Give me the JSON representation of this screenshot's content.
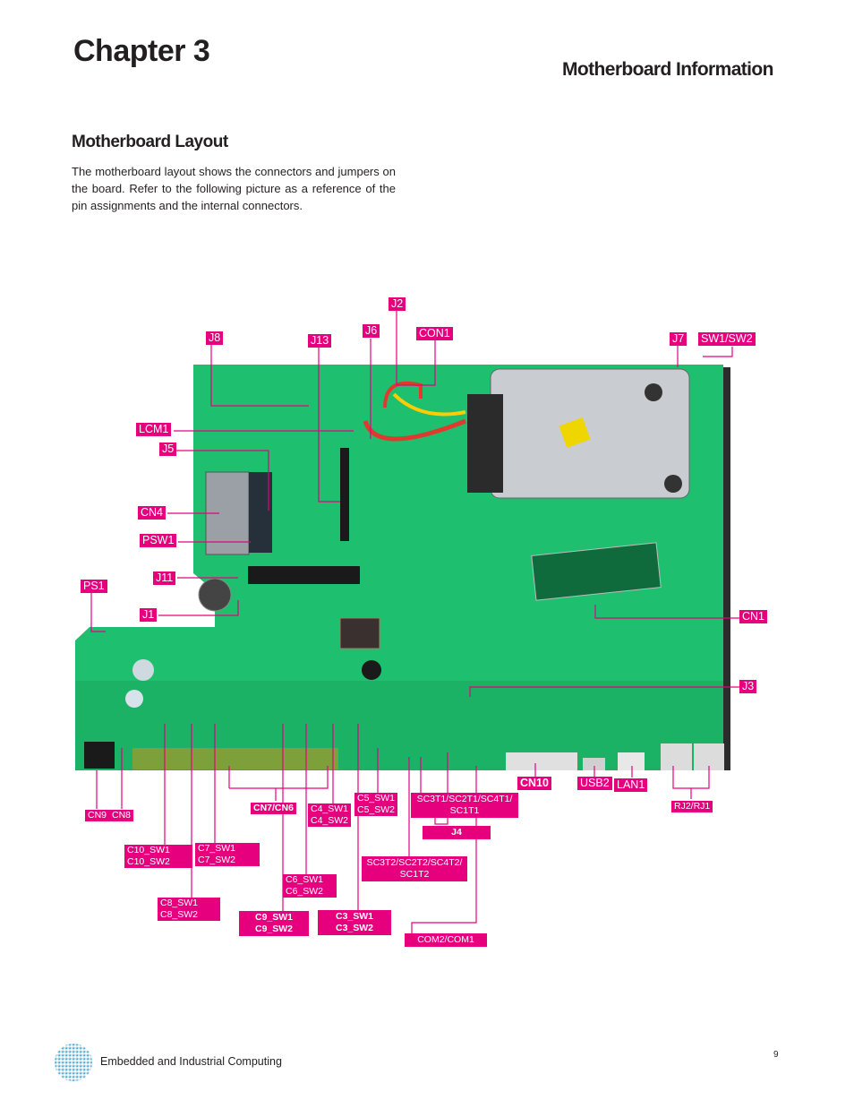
{
  "header": {
    "chapter": "Chapter 3",
    "section_title": "Motherboard Information"
  },
  "main": {
    "subtitle": "Motherboard Layout",
    "intro": "The motherboard layout shows the connectors and jumpers on the board. Refer to the following picture as a reference of the pin assignments and the internal connectors."
  },
  "diagram": {
    "labels": {
      "j2": "J2",
      "j8": "J8",
      "j13": "J13",
      "j6": "J6",
      "con1": "CON1",
      "j7": "J7",
      "sw1sw2": "SW1/SW2",
      "lcm1": "LCM1",
      "j5": "J5",
      "cn4": "CN4",
      "psw1": "PSW1",
      "j11": "J11",
      "ps1": "PS1",
      "j1": "J1",
      "cn1": "CN1",
      "j3": "J3",
      "cn9": "CN9",
      "cn8": "CN8",
      "cn7cn6": "CN7/CN6",
      "c4": "C4_SW1\nC4_SW2",
      "c5": "C5_SW1\nC5_SW2",
      "sc_t1": "SC3T1/SC2T1/SC4T1/\nSC1T1",
      "cn10": "CN10",
      "usb2": "USB2",
      "lan1": "LAN1",
      "rj": "RJ2/RJ1",
      "j4": "J4",
      "c10": "C10_SW1\nC10_SW2",
      "c7": "C7_SW1\nC7_SW2",
      "sc_t2": "SC3T2/SC2T2/SC4T2/\nSC1T2",
      "c6": "C6_SW1\nC6_SW2",
      "c8": "C8_SW1\nC8_SW2",
      "c9": "C9_SW1\nC9_SW2",
      "c3": "C3_SW1\nC3_SW2",
      "com": "COM2/COM1"
    }
  },
  "footer": {
    "company": "Embedded and Industrial Computing",
    "page": "9"
  },
  "colors": {
    "label_bg": "#e6007e",
    "board_green": "#1fbf70",
    "board_dark": "#17a85f",
    "metal_frame": "#2c2c2c"
  }
}
